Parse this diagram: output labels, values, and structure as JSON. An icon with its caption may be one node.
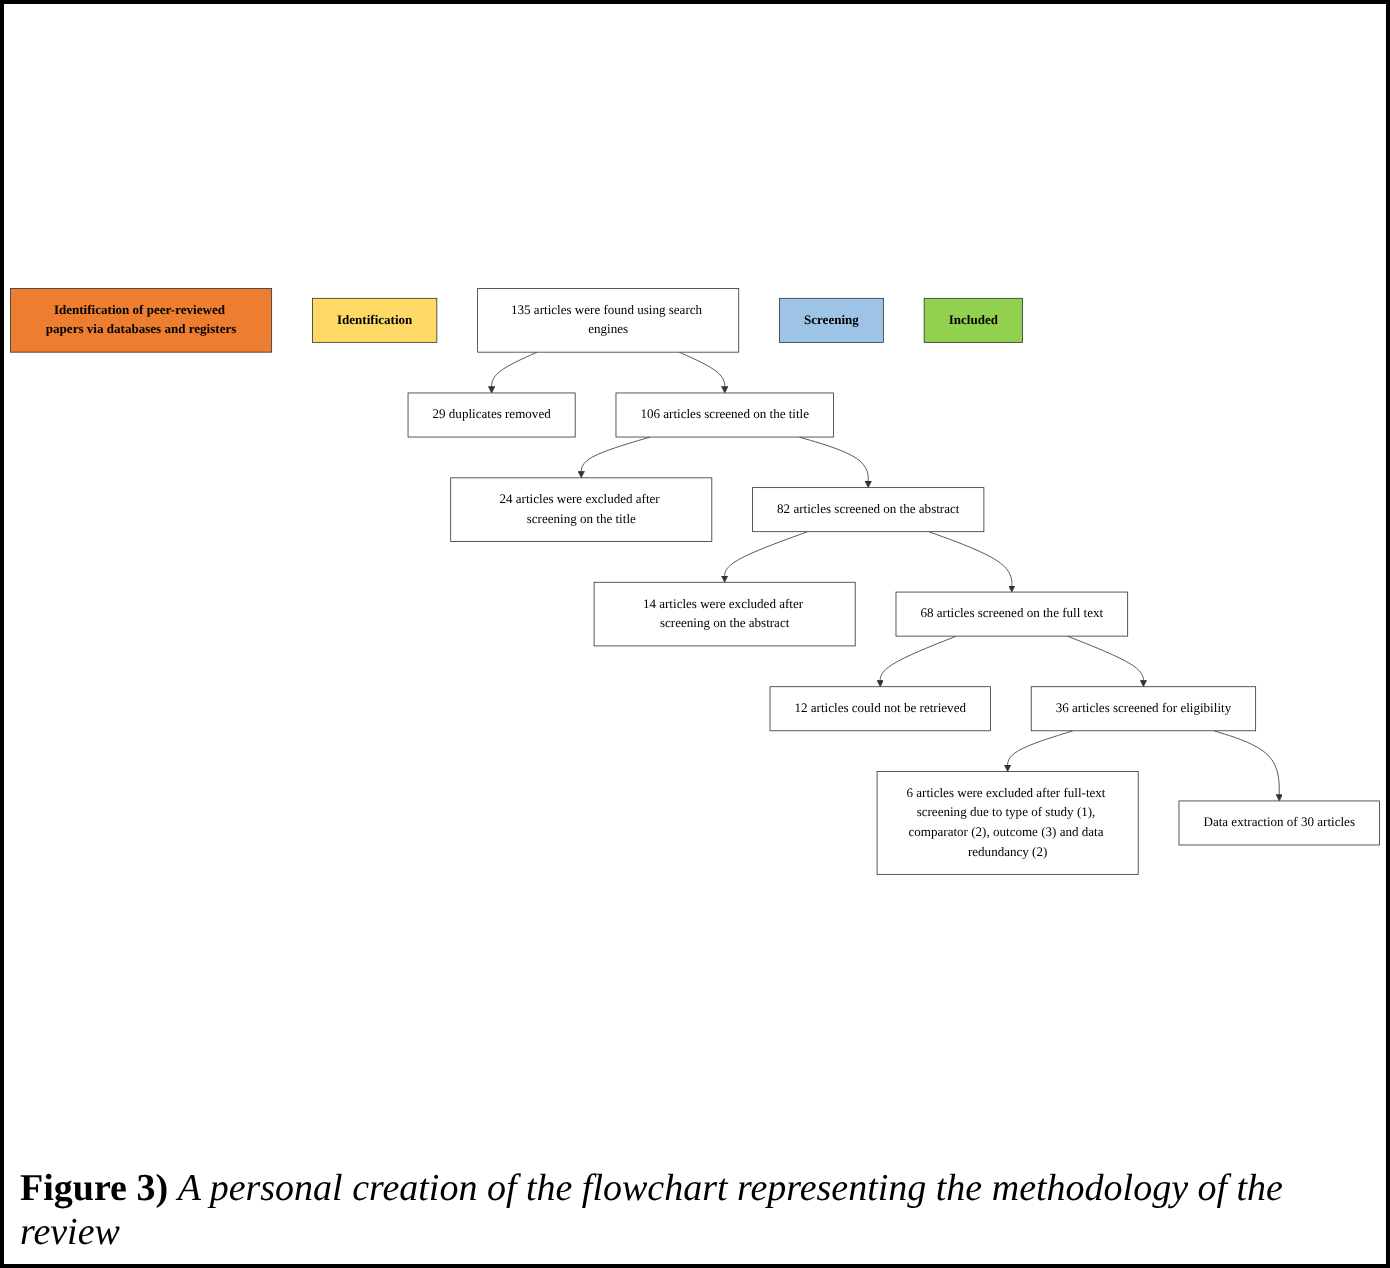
{
  "diagram": {
    "nodes": [
      {
        "text": [
          "Identification of peer-reviewed papers via databases and registers"
        ]
      },
      {
        "text": [
          "Identification"
        ]
      },
      {
        "text": [
          "135 articles were found using search engines"
        ]
      },
      {
        "text": [
          "29 duplicates removed"
        ]
      },
      {
        "text": [
          "Screening"
        ]
      },
      {
        "text": [
          "106 articles screened on the title"
        ]
      },
      {
        "text": [
          "24 articles were excluded after screening on the title"
        ]
      },
      {
        "text": [
          "82 articles screened on the abstract"
        ]
      },
      {
        "text": [
          "14 articles were excluded after screening on the abstract"
        ]
      },
      {
        "text": [
          "68 articles screened on the full text"
        ]
      },
      {
        "text": [
          "12 articles could not be retrieved"
        ]
      },
      {
        "text": [
          "36 articles screened for eligibility"
        ]
      },
      {
        "text": [
          "6 articles were excluded after full-text screening due to type of study (1), comparator (2), outcome (3) and data redundancy (2)"
        ]
      },
      {
        "text": [
          "Included"
        ]
      },
      {
        "text": [
          "Data extraction of 30 articles"
        ]
      }
    ],
    "edges": [
      {
        "from": 2,
        "to": 3,
        "arrow": "to"
      },
      {
        "from": 2,
        "to": 5,
        "arrow": "to"
      },
      {
        "from": 5,
        "to": 6,
        "arrow": "to"
      },
      {
        "from": 5,
        "to": 7,
        "arrow": "to"
      },
      {
        "from": 7,
        "to": 8,
        "arrow": "to"
      },
      {
        "from": 7,
        "to": 9,
        "arrow": "to"
      },
      {
        "from": 9,
        "to": 10,
        "arrow": "to"
      },
      {
        "from": 9,
        "to": 11,
        "arrow": "to"
      },
      {
        "from": 11,
        "to": 12,
        "arrow": "to"
      },
      {
        "from": 11,
        "to": 14,
        "arrow": "to"
      }
    ],
    "caption": "**Figure 3)** *A personal creation of the flowchart representing the methodology of the review*"
  }
}
